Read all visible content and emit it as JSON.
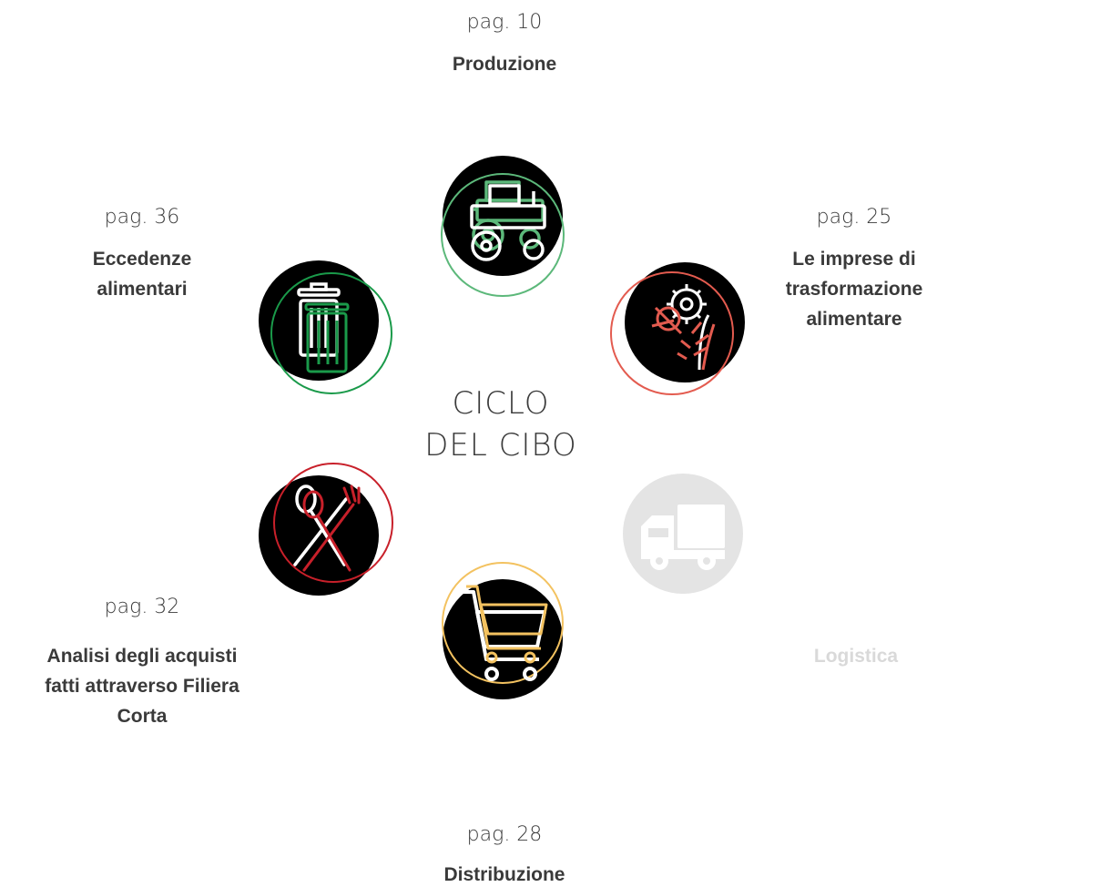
{
  "center": {
    "line1": "CICLO",
    "line2": "DEL CIBO"
  },
  "sections": {
    "produzione": {
      "page": "pag. 10",
      "title": "Produzione",
      "ring_color": "#5cb87a",
      "icon": "tractor-icon"
    },
    "trasformazione": {
      "page": "pag. 25",
      "title_lines": [
        "Le imprese di",
        "trasformazione",
        "alimentare"
      ],
      "ring_color": "#e35b4f",
      "icon": "gear-wheat-icon"
    },
    "logistica": {
      "title": "Logistica",
      "ring_color": "#dcdcdc",
      "icon": "truck-icon",
      "state": "disabled"
    },
    "distribuzione": {
      "page": "pag. 28",
      "title": "Distribuzione",
      "ring_color": "#f3c260",
      "icon": "shopping-cart-icon"
    },
    "filiera": {
      "page": "pag. 32",
      "title_lines": [
        "Analisi degli acquisti",
        "fatti attraverso Filiera",
        "Corta"
      ],
      "ring_color": "#c8202a",
      "icon": "fork-spoon-icon"
    },
    "eccedenze": {
      "page": "pag. 36",
      "title_lines": [
        "Eccedenze",
        "alimentari"
      ],
      "ring_color": "#1a9a4a",
      "icon": "trash-bin-icon"
    }
  },
  "colors": {
    "text": "#3a3a3a",
    "disc": "#000000",
    "disabled_disc": "#e4e4e4"
  }
}
